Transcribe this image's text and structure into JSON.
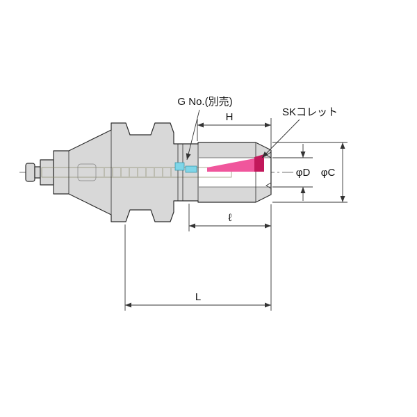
{
  "diagram": {
    "callouts": {
      "g_no": "G No.(別売)",
      "sk_collet": "SKコレット"
    },
    "dimensions": {
      "h": "H",
      "l_small": "ℓ",
      "l_large": "L",
      "phi_d": "φD",
      "phi_c": "φC"
    },
    "colors": {
      "background": "#ffffff",
      "outline": "#2b2b2b",
      "dimension_line": "#333333",
      "body_fill": "#d8d8d8",
      "channel_yellow": "#f3eeb6",
      "collet_pink": "#f0569c",
      "collet_dark_tip": "#c2185b",
      "part_cyan": "#7fd6e8"
    }
  }
}
